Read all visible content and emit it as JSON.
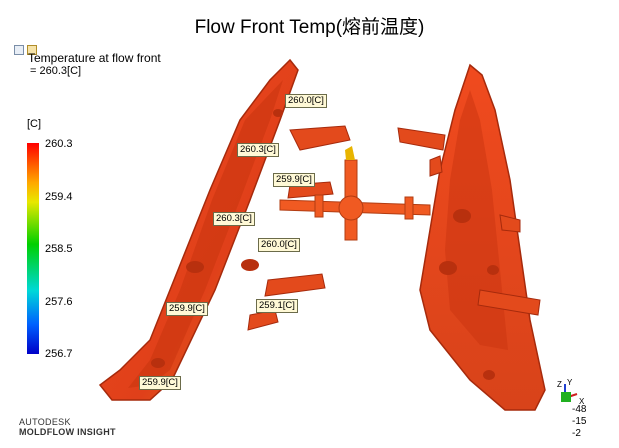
{
  "title": "Flow Front Temp(熔前温度)",
  "result": {
    "name": "Temperature at flow front",
    "value": "= 260.3[C]"
  },
  "legend": {
    "unit": "[C]",
    "ticks": [
      "260.3",
      "259.4",
      "258.5",
      "257.6",
      "256.7"
    ]
  },
  "probes": [
    "260.0[C]",
    "260.3[C]",
    "259.9[C]",
    "260.3[C]",
    "260.0[C]",
    "259.9[C]",
    "259.1[C]",
    "259.9[C]"
  ],
  "brand": {
    "line1": "AUTODESK",
    "line2": "MOLDFLOW INSIGHT"
  },
  "orientation": {
    "axis_x": "X",
    "axis_y": "Y",
    "axis_z": "Z",
    "values": [
      "-48",
      "-15",
      "-2"
    ]
  },
  "colors": {
    "part": "#e0401a",
    "part_dark": "#b52a0e",
    "runner": "#f05a22"
  },
  "icons": [
    "result-view-icon",
    "result-property-icon"
  ]
}
